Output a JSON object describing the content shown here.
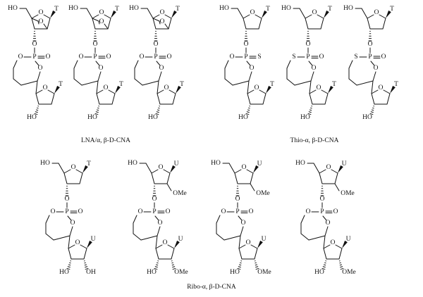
{
  "captions": {
    "lna": "LNA/α, β-D-CNA",
    "thio": "Thio-α, β-D-CNA",
    "ribo": "Ribo-α, β-D-CNA"
  },
  "atoms": {
    "o": "O",
    "p": "P",
    "s": "S",
    "t": "T",
    "u": "U",
    "ho": "HO",
    "oh": "OH",
    "ome": "OMe"
  },
  "structures": [
    {
      "variant": "lna",
      "sugar": "lna",
      "p_sub": "O",
      "link": "O",
      "base2": "T",
      "sugar2": "deoxy"
    },
    {
      "variant": "lna",
      "sugar": "lna",
      "p_sub": "O",
      "link": "O",
      "base2": "T",
      "sugar2": "deoxy"
    },
    {
      "variant": "lna",
      "sugar": "lna",
      "p_sub": "O",
      "link": "O",
      "base2": "T",
      "sugar2": "deoxy"
    },
    {
      "variant": "thio",
      "sugar": "deoxy",
      "p_sub": "S",
      "link": "O",
      "base2": "T",
      "sugar2": "deoxy"
    },
    {
      "variant": "thio",
      "sugar": "deoxy",
      "p_sub": "O",
      "link": "S",
      "base2": "T",
      "sugar2": "deoxy"
    },
    {
      "variant": "thio",
      "sugar": "deoxy",
      "p_sub": "O",
      "link": "S",
      "base2": "T",
      "sugar2": "deoxy"
    },
    {
      "variant": "ribo",
      "sugar": "deoxy",
      "p_sub": "O",
      "link": "O",
      "base2": "U",
      "sugar2": "ribo"
    },
    {
      "variant": "ribo",
      "sugar": "ome",
      "p_sub": "O",
      "link": "O",
      "base2": "U",
      "sugar2": "ome"
    },
    {
      "variant": "ribo",
      "sugar": "ome",
      "p_sub": "O",
      "link": "O",
      "base2": "U",
      "sugar2": "ome"
    },
    {
      "variant": "ribo",
      "sugar": "ome",
      "p_sub": "O",
      "link": "O",
      "base2": "U",
      "sugar2": "ome"
    }
  ]
}
